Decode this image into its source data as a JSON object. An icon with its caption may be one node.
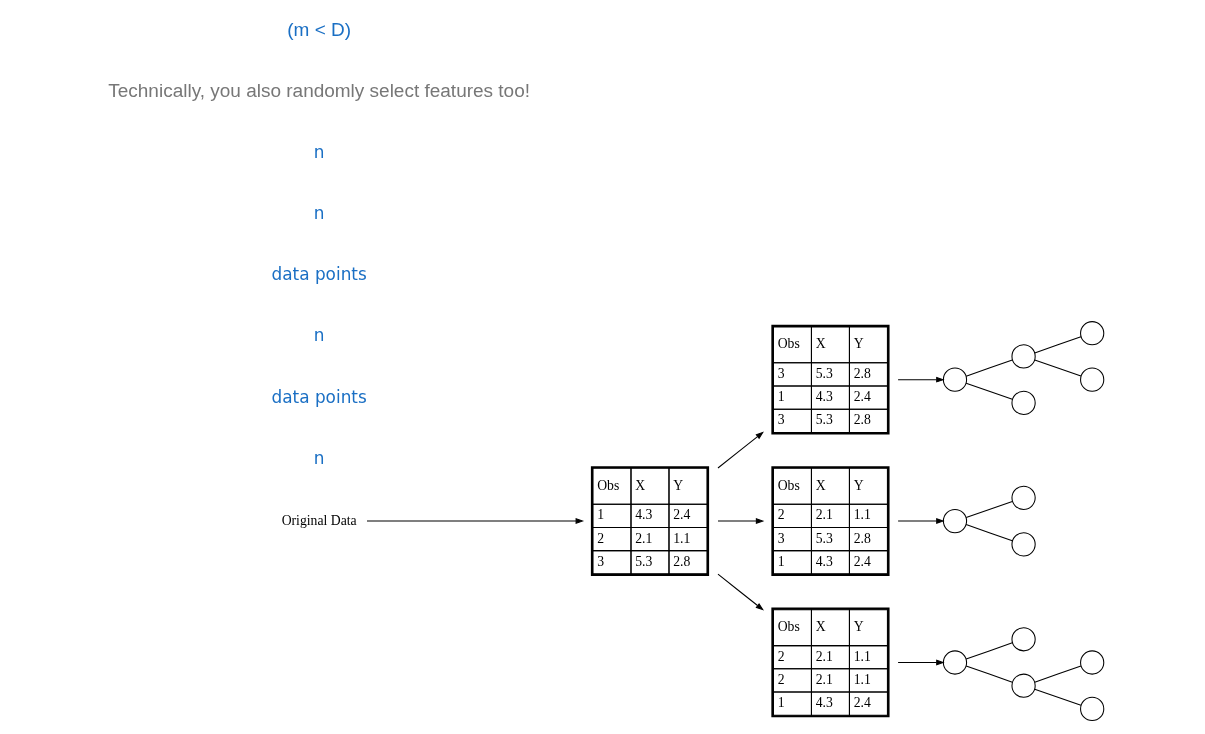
{
  "diagram": {
    "nodes": [
      {
        "text": [
          "Obs",
          "X",
          "Y",
          "1",
          "4.3",
          "2.4",
          "2",
          "2.1",
          "1.1",
          "3",
          "5.3",
          "2.8"
        ]
      },
      {
        "text": [
          "Original Data"
        ]
      },
      {
        "text": [
          "Obs",
          "X",
          "Y",
          "3",
          "5.3",
          "2.8",
          "1",
          "4.3",
          "2.4",
          "3",
          "5.3",
          "2.8"
        ]
      },
      {
        "text": [
          "Obs",
          "X",
          "Y",
          "2",
          "2.1",
          "1.1",
          "3",
          "5.3",
          "2.8",
          "1",
          "4.3",
          "2.4"
        ]
      },
      {
        "text": [
          "Obs",
          "X",
          "Y",
          "2",
          "2.1",
          "1.1",
          "2",
          "2.1",
          "1.1",
          "1",
          "4.3",
          "2.4"
        ]
      },
      {
        "text": [],
        "shape": "circle"
      },
      {
        "text": [],
        "shape": "circle"
      },
      {
        "text": [],
        "shape": "circle"
      },
      {
        "text": [],
        "shape": "circle"
      },
      {
        "text": [],
        "shape": "circle"
      },
      {
        "text": [],
        "shape": "circle"
      },
      {
        "text": [],
        "shape": "circle"
      },
      {
        "text": [],
        "shape": "circle"
      },
      {
        "text": [],
        "shape": "circle"
      },
      {
        "text": [],
        "shape": "circle"
      },
      {
        "text": [],
        "shape": "circle"
      },
      {
        "text": [],
        "shape": "circle"
      },
      {
        "text": [],
        "shape": "circle"
      }
    ],
    "edges": [
      {
        "from": 1,
        "to": 0,
        "arrow": "to"
      },
      {
        "from": 0,
        "to": 2,
        "arrow": "to"
      },
      {
        "from": 0,
        "to": 3,
        "arrow": "to"
      },
      {
        "from": 0,
        "to": 4,
        "arrow": "to"
      },
      {
        "from": 2,
        "to": 5,
        "arrow": "to"
      },
      {
        "from": 3,
        "to": 10,
        "arrow": "to"
      },
      {
        "from": 4,
        "to": 13,
        "arrow": "to"
      },
      {
        "from": 5,
        "to": 6,
        "arrow": "none"
      },
      {
        "from": 5,
        "to": 7,
        "arrow": "none"
      },
      {
        "from": 6,
        "to": 8,
        "arrow": "none"
      },
      {
        "from": 6,
        "to": 9,
        "arrow": "none"
      },
      {
        "from": 10,
        "to": 11,
        "arrow": "none"
      },
      {
        "from": 10,
        "to": 12,
        "arrow": "none"
      },
      {
        "from": 13,
        "to": 14,
        "arrow": "none"
      },
      {
        "from": 13,
        "to": 15,
        "arrow": "none"
      },
      {
        "from": 15,
        "to": 16,
        "arrow": "none"
      },
      {
        "from": 15,
        "to": 17,
        "arrow": "none"
      }
    ],
    "labels": [
      "n",
      "data points",
      "n",
      "data points",
      "n",
      "n",
      "Technically, you also randomly select features too!",
      "(m < D)"
    ]
  }
}
